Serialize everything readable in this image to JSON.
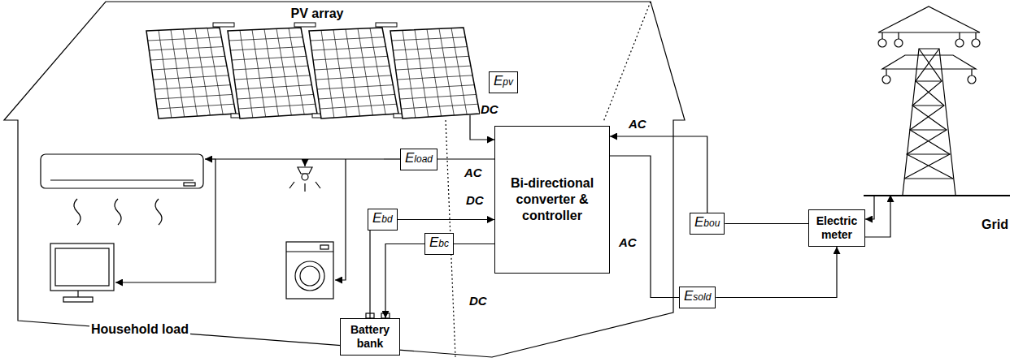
{
  "diagram": {
    "nodes": [
      {
        "text": [
          "PV array"
        ]
      },
      {
        "text": [
          "Epv"
        ]
      },
      {
        "text": [
          "Bi-directional converter & controller"
        ]
      },
      {
        "text": [
          "Eload"
        ]
      },
      {
        "text": [
          "Household load"
        ]
      },
      {
        "text": [
          "Ebd"
        ]
      },
      {
        "text": [
          "Ebc"
        ]
      },
      {
        "text": [
          "Battery bank"
        ]
      },
      {
        "text": [
          "Ebou"
        ]
      },
      {
        "text": [
          "Esold"
        ]
      },
      {
        "text": [
          "Electric meter"
        ]
      },
      {
        "text": [
          "Grid"
        ]
      }
    ],
    "edges": [
      {
        "from": 0,
        "to": 2,
        "arrow": "to"
      },
      {
        "from": 2,
        "to": 3,
        "arrow": "none"
      },
      {
        "from": 3,
        "to": 4,
        "arrow": "none"
      },
      {
        "from": 7,
        "to": 5,
        "arrow": "none"
      },
      {
        "from": 5,
        "to": 2,
        "arrow": "to"
      },
      {
        "from": 2,
        "to": 6,
        "arrow": "none"
      },
      {
        "from": 6,
        "to": 7,
        "arrow": "to"
      },
      {
        "from": 10,
        "to": 8,
        "arrow": "none"
      },
      {
        "from": 8,
        "to": 2,
        "arrow": "to"
      },
      {
        "from": 2,
        "to": 9,
        "arrow": "none"
      },
      {
        "from": 9,
        "to": 10,
        "arrow": "to"
      },
      {
        "from": 11,
        "to": 10,
        "arrow": "to"
      },
      {
        "from": 10,
        "to": 11,
        "arrow": "to"
      }
    ],
    "labels": [
      "DC",
      "AC",
      "DC",
      "DC",
      "AC",
      "AC"
    ]
  }
}
